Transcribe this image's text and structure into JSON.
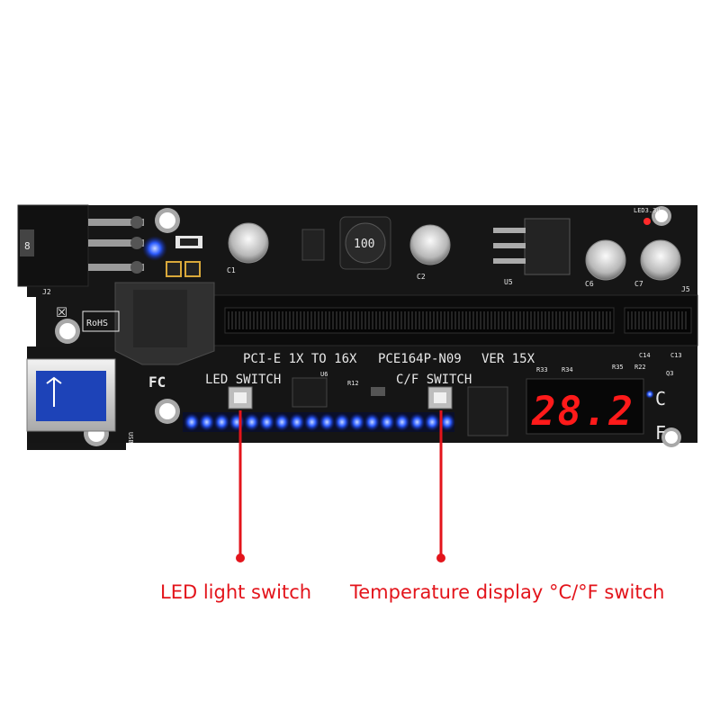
{
  "silkscreen": {
    "led_switch": "LED SWITCH",
    "cf_switch": "C/F SWITCH",
    "pcie_label": "PCI-E 1X TO 16X",
    "model_label": "PCE164P-N09",
    "version_label": "VER 15X",
    "rohs": "RoHS",
    "fc": "FC",
    "usb": "USB",
    "inductor": "100",
    "cap_c1": "C1",
    "cap_c2": "C2",
    "cap_c6": "C6",
    "cap_c7": "C7",
    "j2": "J2",
    "j5": "J5",
    "u5": "U5",
    "u6": "U6",
    "led3": "LED3.3V",
    "r12": "R12",
    "r33": "R33",
    "r34": "R34",
    "r35": "R35",
    "r22": "R22",
    "c14": "C14",
    "c13": "C13",
    "q3": "Q3"
  },
  "display": {
    "reading": "28.2",
    "unit_c": "C",
    "unit_f": "F"
  },
  "callouts": {
    "led": "LED light switch",
    "temp": "Temperature display °C/°F switch"
  },
  "colors": {
    "pcb": "#161616",
    "slot": "#0c0c0c",
    "silkscreen": "#e8e8e8",
    "blue_led": "#2c5cff",
    "seven_segment": "#ff1a1a",
    "callout_red": "#e3141b"
  }
}
